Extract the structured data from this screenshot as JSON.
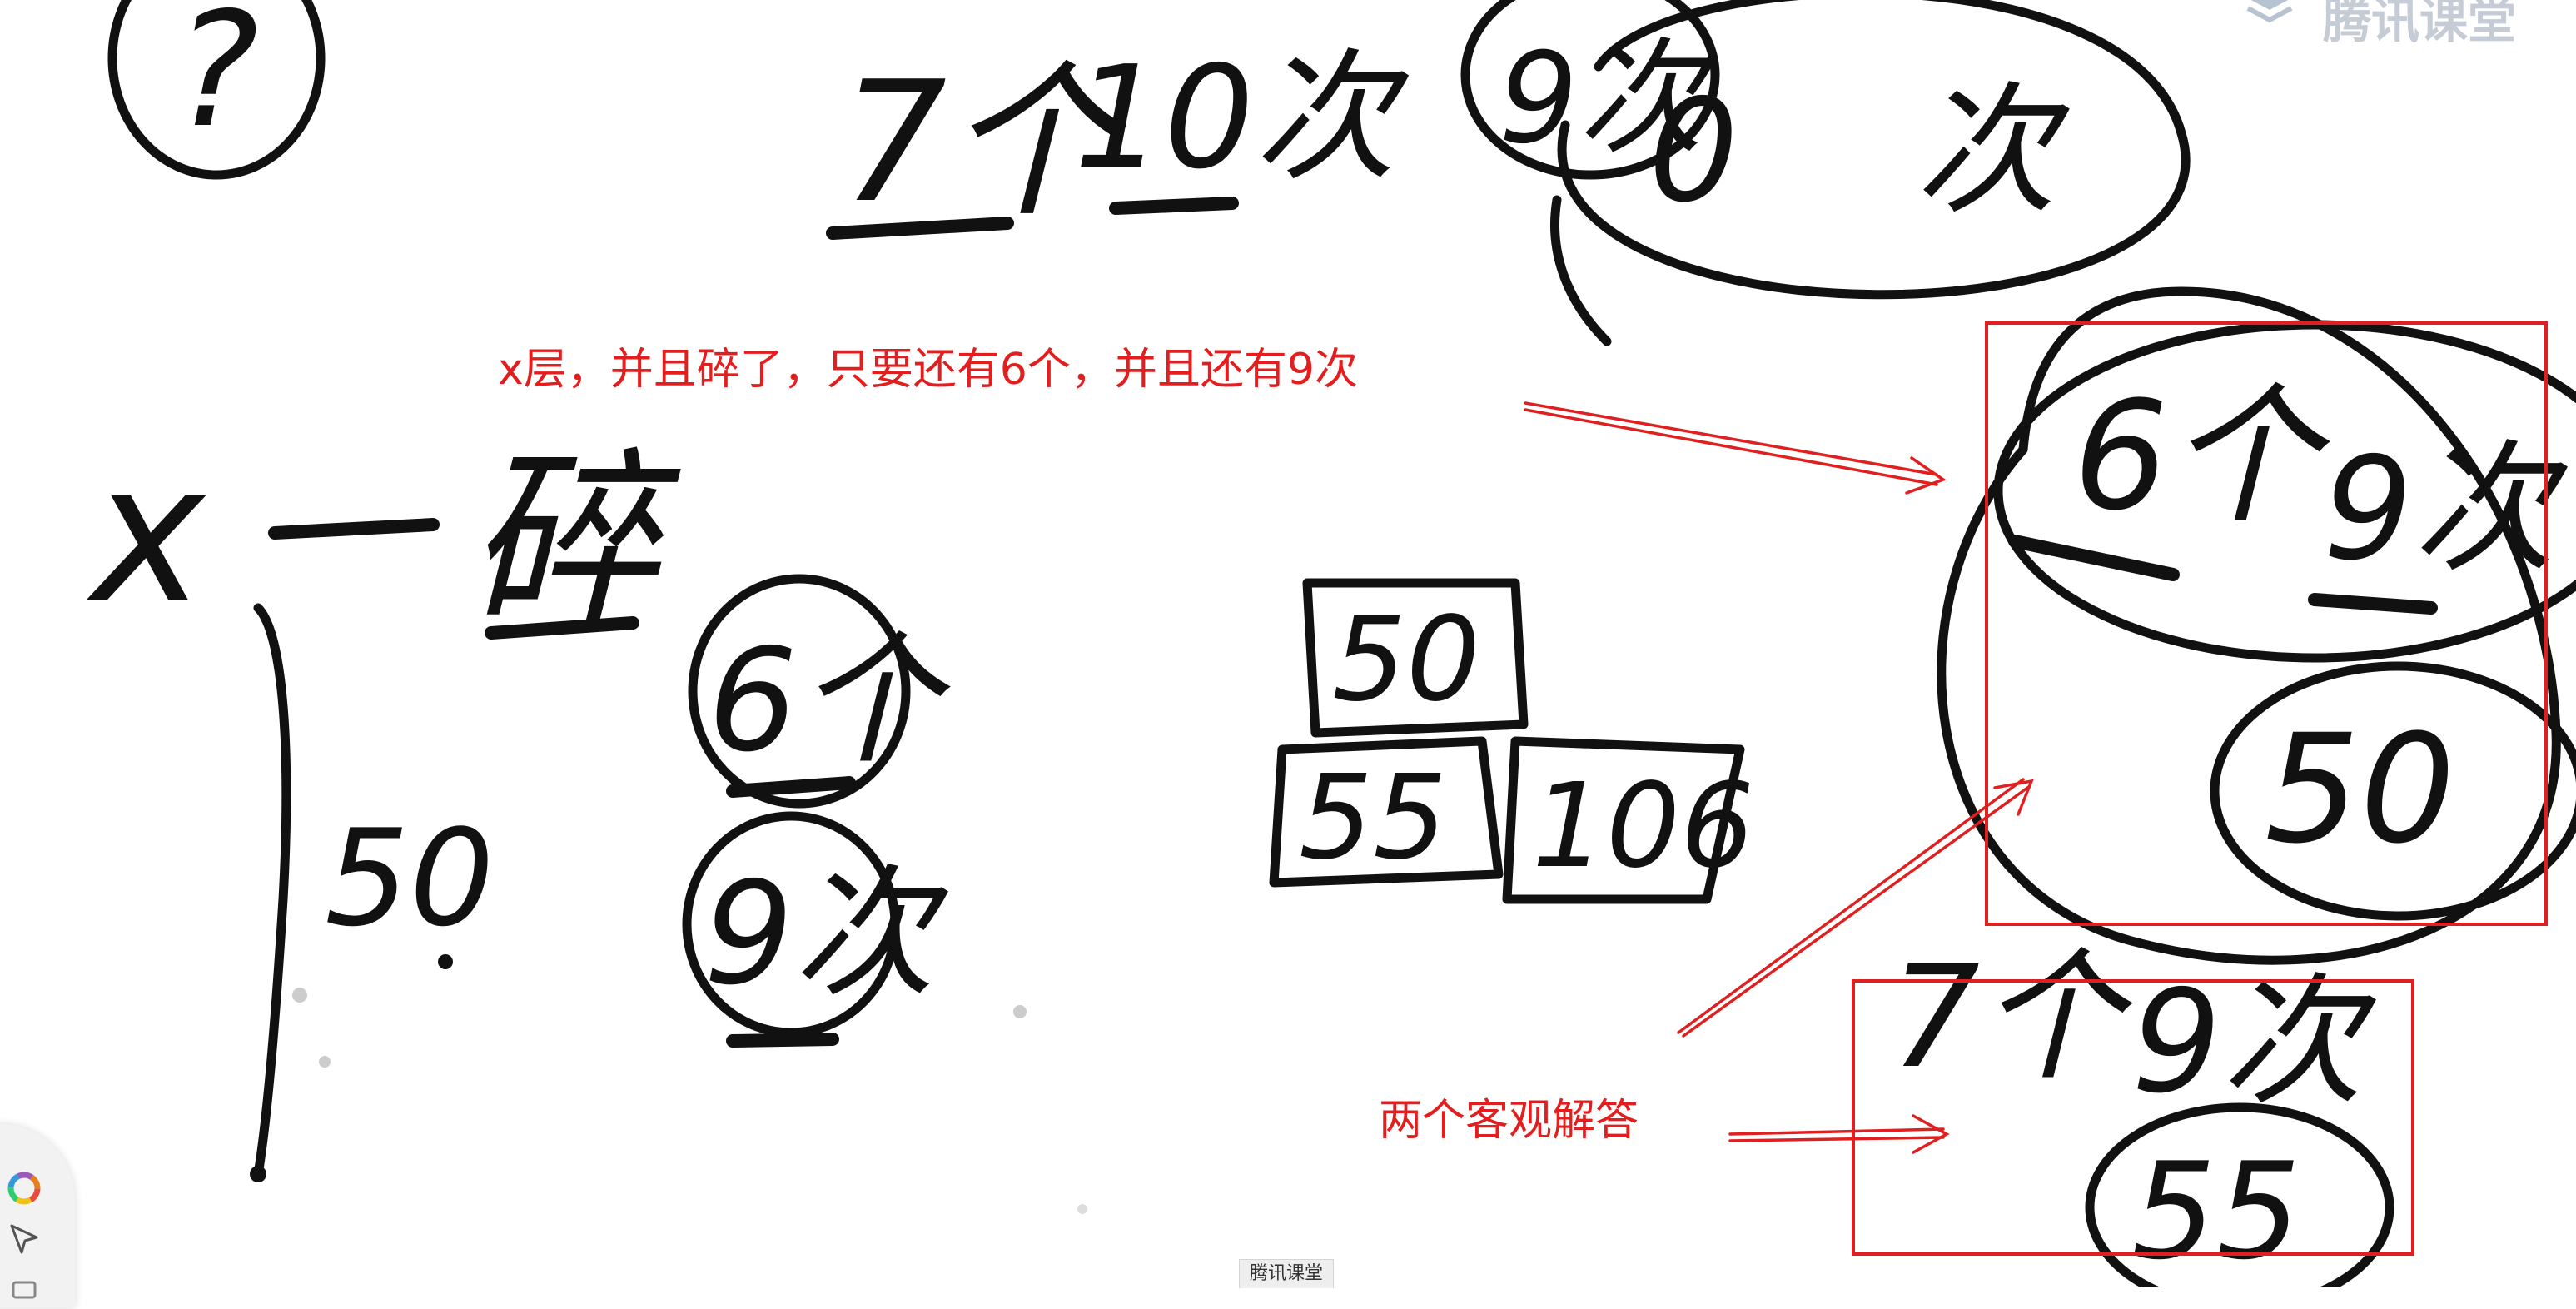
{
  "watermark": {
    "brand_text": "腾讯课堂"
  },
  "annotations": {
    "top_note": "x层，并且碎了，只要还有6个，并且还有9次",
    "bottom_note": "两个客观解答"
  },
  "bottom_tab": {
    "label": "腾讯课堂"
  },
  "toolbar": {
    "tools": [
      "color-wheel",
      "pointer",
      "more"
    ]
  },
  "colors": {
    "ink": "#111111",
    "annotation_red": "#e31e1e",
    "highlight_box": "#e02020"
  }
}
